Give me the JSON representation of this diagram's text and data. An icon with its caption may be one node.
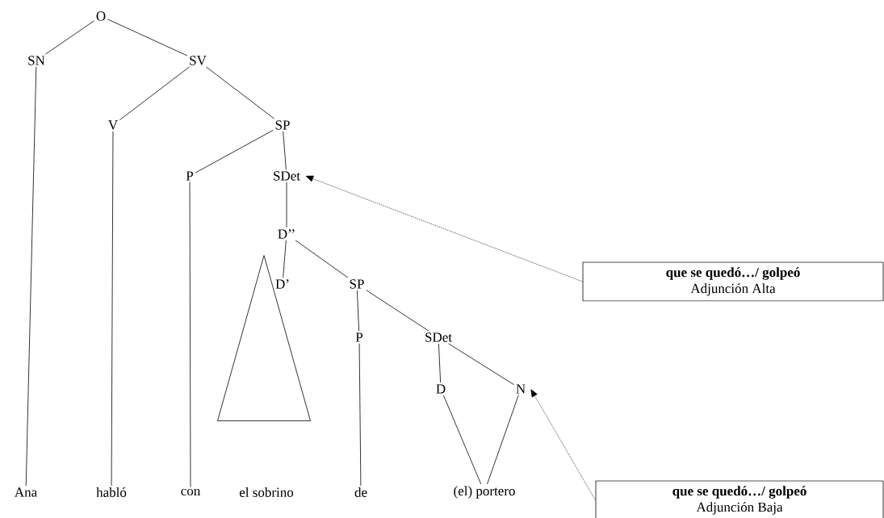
{
  "diagram": {
    "nodes": [
      {
        "text": [
          "O"
        ]
      },
      {
        "text": [
          "SN"
        ]
      },
      {
        "text": [
          "SV"
        ]
      },
      {
        "text": [
          "V"
        ]
      },
      {
        "text": [
          "SP"
        ]
      },
      {
        "text": [
          "P"
        ]
      },
      {
        "text": [
          "SDet"
        ]
      },
      {
        "text": [
          "D’’"
        ]
      },
      {
        "text": [
          "que se quedó…/ golpeó",
          "Adjunción Alta"
        ]
      },
      {
        "text": [
          "D’"
        ]
      },
      {
        "text": [
          "SP"
        ]
      },
      {
        "text": [],
        "shape": "triangle"
      },
      {
        "text": [
          "P"
        ]
      },
      {
        "text": [
          "SDet"
        ]
      },
      {
        "text": [
          "D"
        ]
      },
      {
        "text": [
          "N"
        ]
      },
      {
        "text": [
          "Ana"
        ]
      },
      {
        "text": [
          "habló"
        ]
      },
      {
        "text": [
          "con"
        ]
      },
      {
        "text": [
          "el sobrino"
        ]
      },
      {
        "text": [
          "de"
        ]
      },
      {
        "text": [
          "(el) portero"
        ]
      },
      {
        "text": [
          "que se quedó…/ golpeó",
          "Adjunción Baja"
        ]
      }
    ],
    "edges": [
      {
        "from": 0,
        "to": 1,
        "arrow": "none"
      },
      {
        "from": 0,
        "to": 2,
        "arrow": "none"
      },
      {
        "from": 1,
        "to": 16,
        "arrow": "none"
      },
      {
        "from": 2,
        "to": 3,
        "arrow": "none"
      },
      {
        "from": 2,
        "to": 4,
        "arrow": "none"
      },
      {
        "from": 3,
        "to": 17,
        "arrow": "none"
      },
      {
        "from": 4,
        "to": 5,
        "arrow": "none"
      },
      {
        "from": 4,
        "to": 6,
        "arrow": "none"
      },
      {
        "from": 5,
        "to": 18,
        "arrow": "none"
      },
      {
        "from": 6,
        "to": 7,
        "arrow": "none"
      },
      {
        "from": 7,
        "to": 9,
        "arrow": "none"
      },
      {
        "from": 7,
        "to": 10,
        "arrow": "none"
      },
      {
        "from": 10,
        "to": 12,
        "arrow": "none"
      },
      {
        "from": 10,
        "to": 13,
        "arrow": "none"
      },
      {
        "from": 12,
        "to": 20,
        "arrow": "none"
      },
      {
        "from": 13,
        "to": 14,
        "arrow": "none"
      },
      {
        "from": 13,
        "to": 15,
        "arrow": "none"
      },
      {
        "from": 14,
        "to": 21,
        "arrow": "none"
      },
      {
        "from": 15,
        "to": 21,
        "arrow": "none"
      },
      {
        "from": 8,
        "to": 6,
        "arrow": "to",
        "style": "dashed"
      },
      {
        "from": 22,
        "to": 15,
        "arrow": "to",
        "style": "dashed"
      }
    ]
  }
}
